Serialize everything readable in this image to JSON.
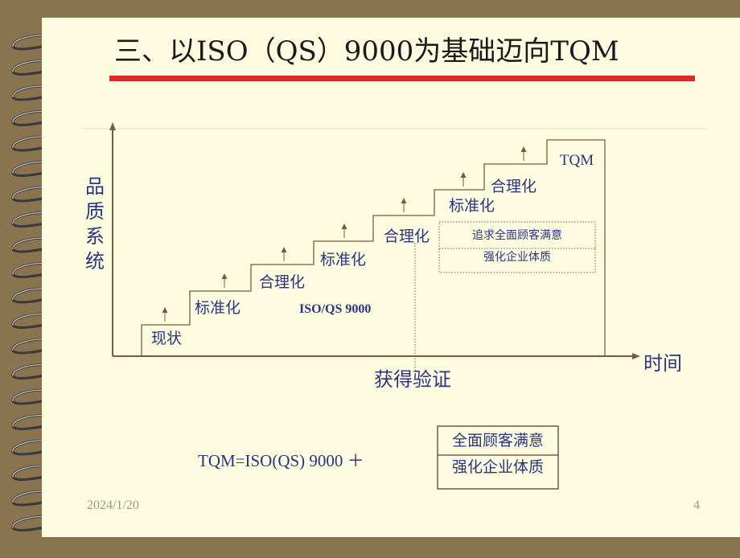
{
  "title": "三、以ISO（QS）9000为基础迈向TQM",
  "diagram": {
    "y_axis_label": "品质系统",
    "x_axis_label": "时间",
    "steps": [
      "现状",
      "标准化",
      "合理化",
      "标准化",
      "合理化",
      "标准化",
      "合理化"
    ],
    "top_step": "TQM",
    "iso_label": "ISO/QS 9000",
    "verify_label": "获得验证",
    "box_line1": "追求全面顾客满意",
    "box_line2": "强化企业体质"
  },
  "formula": {
    "text": "TQM=ISO(QS) 9000 ＋",
    "box_line1": "全面顾客满意",
    "box_line2": "强化企业体质"
  },
  "footer": {
    "date": "2024/1/20",
    "page": "4"
  },
  "colors": {
    "background": "#8a7450",
    "slide": "#fdfbe0",
    "title_bar": "#d92a25",
    "text_blue": "#2a3580",
    "line": "#7a5a3a"
  }
}
